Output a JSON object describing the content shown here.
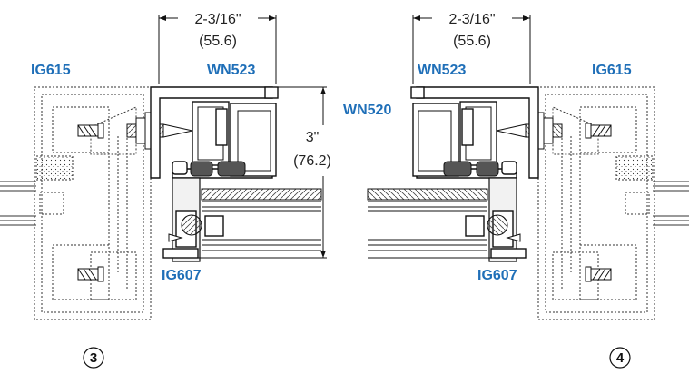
{
  "labels": {
    "left_ig615": "IG615",
    "left_wn523": "WN523",
    "center_wn520": "WN520",
    "left_ig607": "IG607",
    "right_wn523": "WN523",
    "right_ig615": "IG615",
    "right_ig607": "IG607"
  },
  "dimensions": {
    "left_width_in": "2-3/16\"",
    "left_width_mm": "(55.6)",
    "right_width_in": "2-3/16\"",
    "right_width_mm": "(55.6)",
    "height_in": "3\"",
    "height_mm": "(76.2)"
  },
  "details": {
    "left_number": "3",
    "right_number": "4"
  },
  "colors": {
    "label_blue": "#1f6fb8",
    "line": "#111111"
  }
}
